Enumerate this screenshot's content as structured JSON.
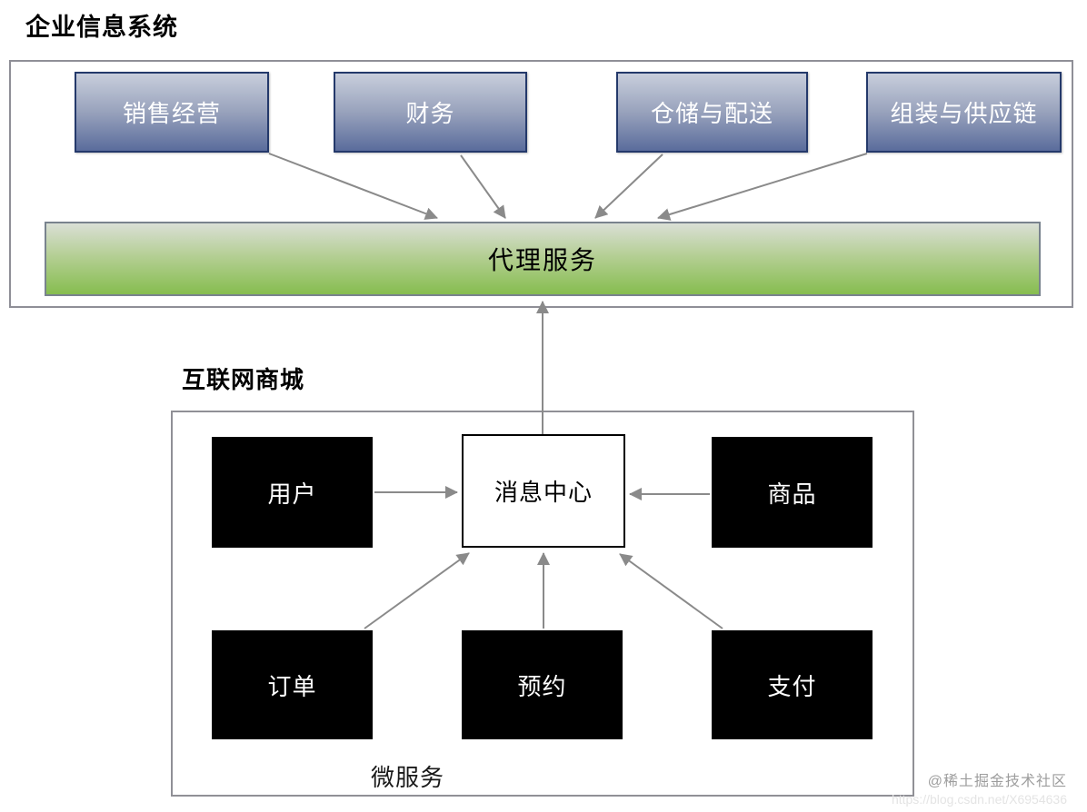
{
  "title": "企业信息系统",
  "enterprise": {
    "modules": [
      {
        "label": "销售经营"
      },
      {
        "label": "财务"
      },
      {
        "label": "仓储与配送"
      },
      {
        "label": "组装与供应链"
      }
    ],
    "proxy_label": "代理服务"
  },
  "mall": {
    "label": "互联网商城",
    "hub_label": "消息中心",
    "services": [
      {
        "label": "用户"
      },
      {
        "label": "商品"
      },
      {
        "label": "订单"
      },
      {
        "label": "预约"
      },
      {
        "label": "支付"
      }
    ],
    "footer_label": "微服务"
  },
  "watermark": {
    "community": "@稀土掘金技术社区",
    "url": "https://blog.csdn.net/X6954636"
  },
  "colors": {
    "module_border": "#24396b",
    "module_gradient_top": "#c8cedc",
    "module_gradient_bottom": "#5a6c9c",
    "proxy_border": "#79838e",
    "proxy_gradient_top": "#dadfd6",
    "proxy_gradient_bottom": "#86bd4f",
    "container_border": "#8f8f97",
    "service_box_fill": "#000000",
    "arrow": "#8a8a8a"
  }
}
